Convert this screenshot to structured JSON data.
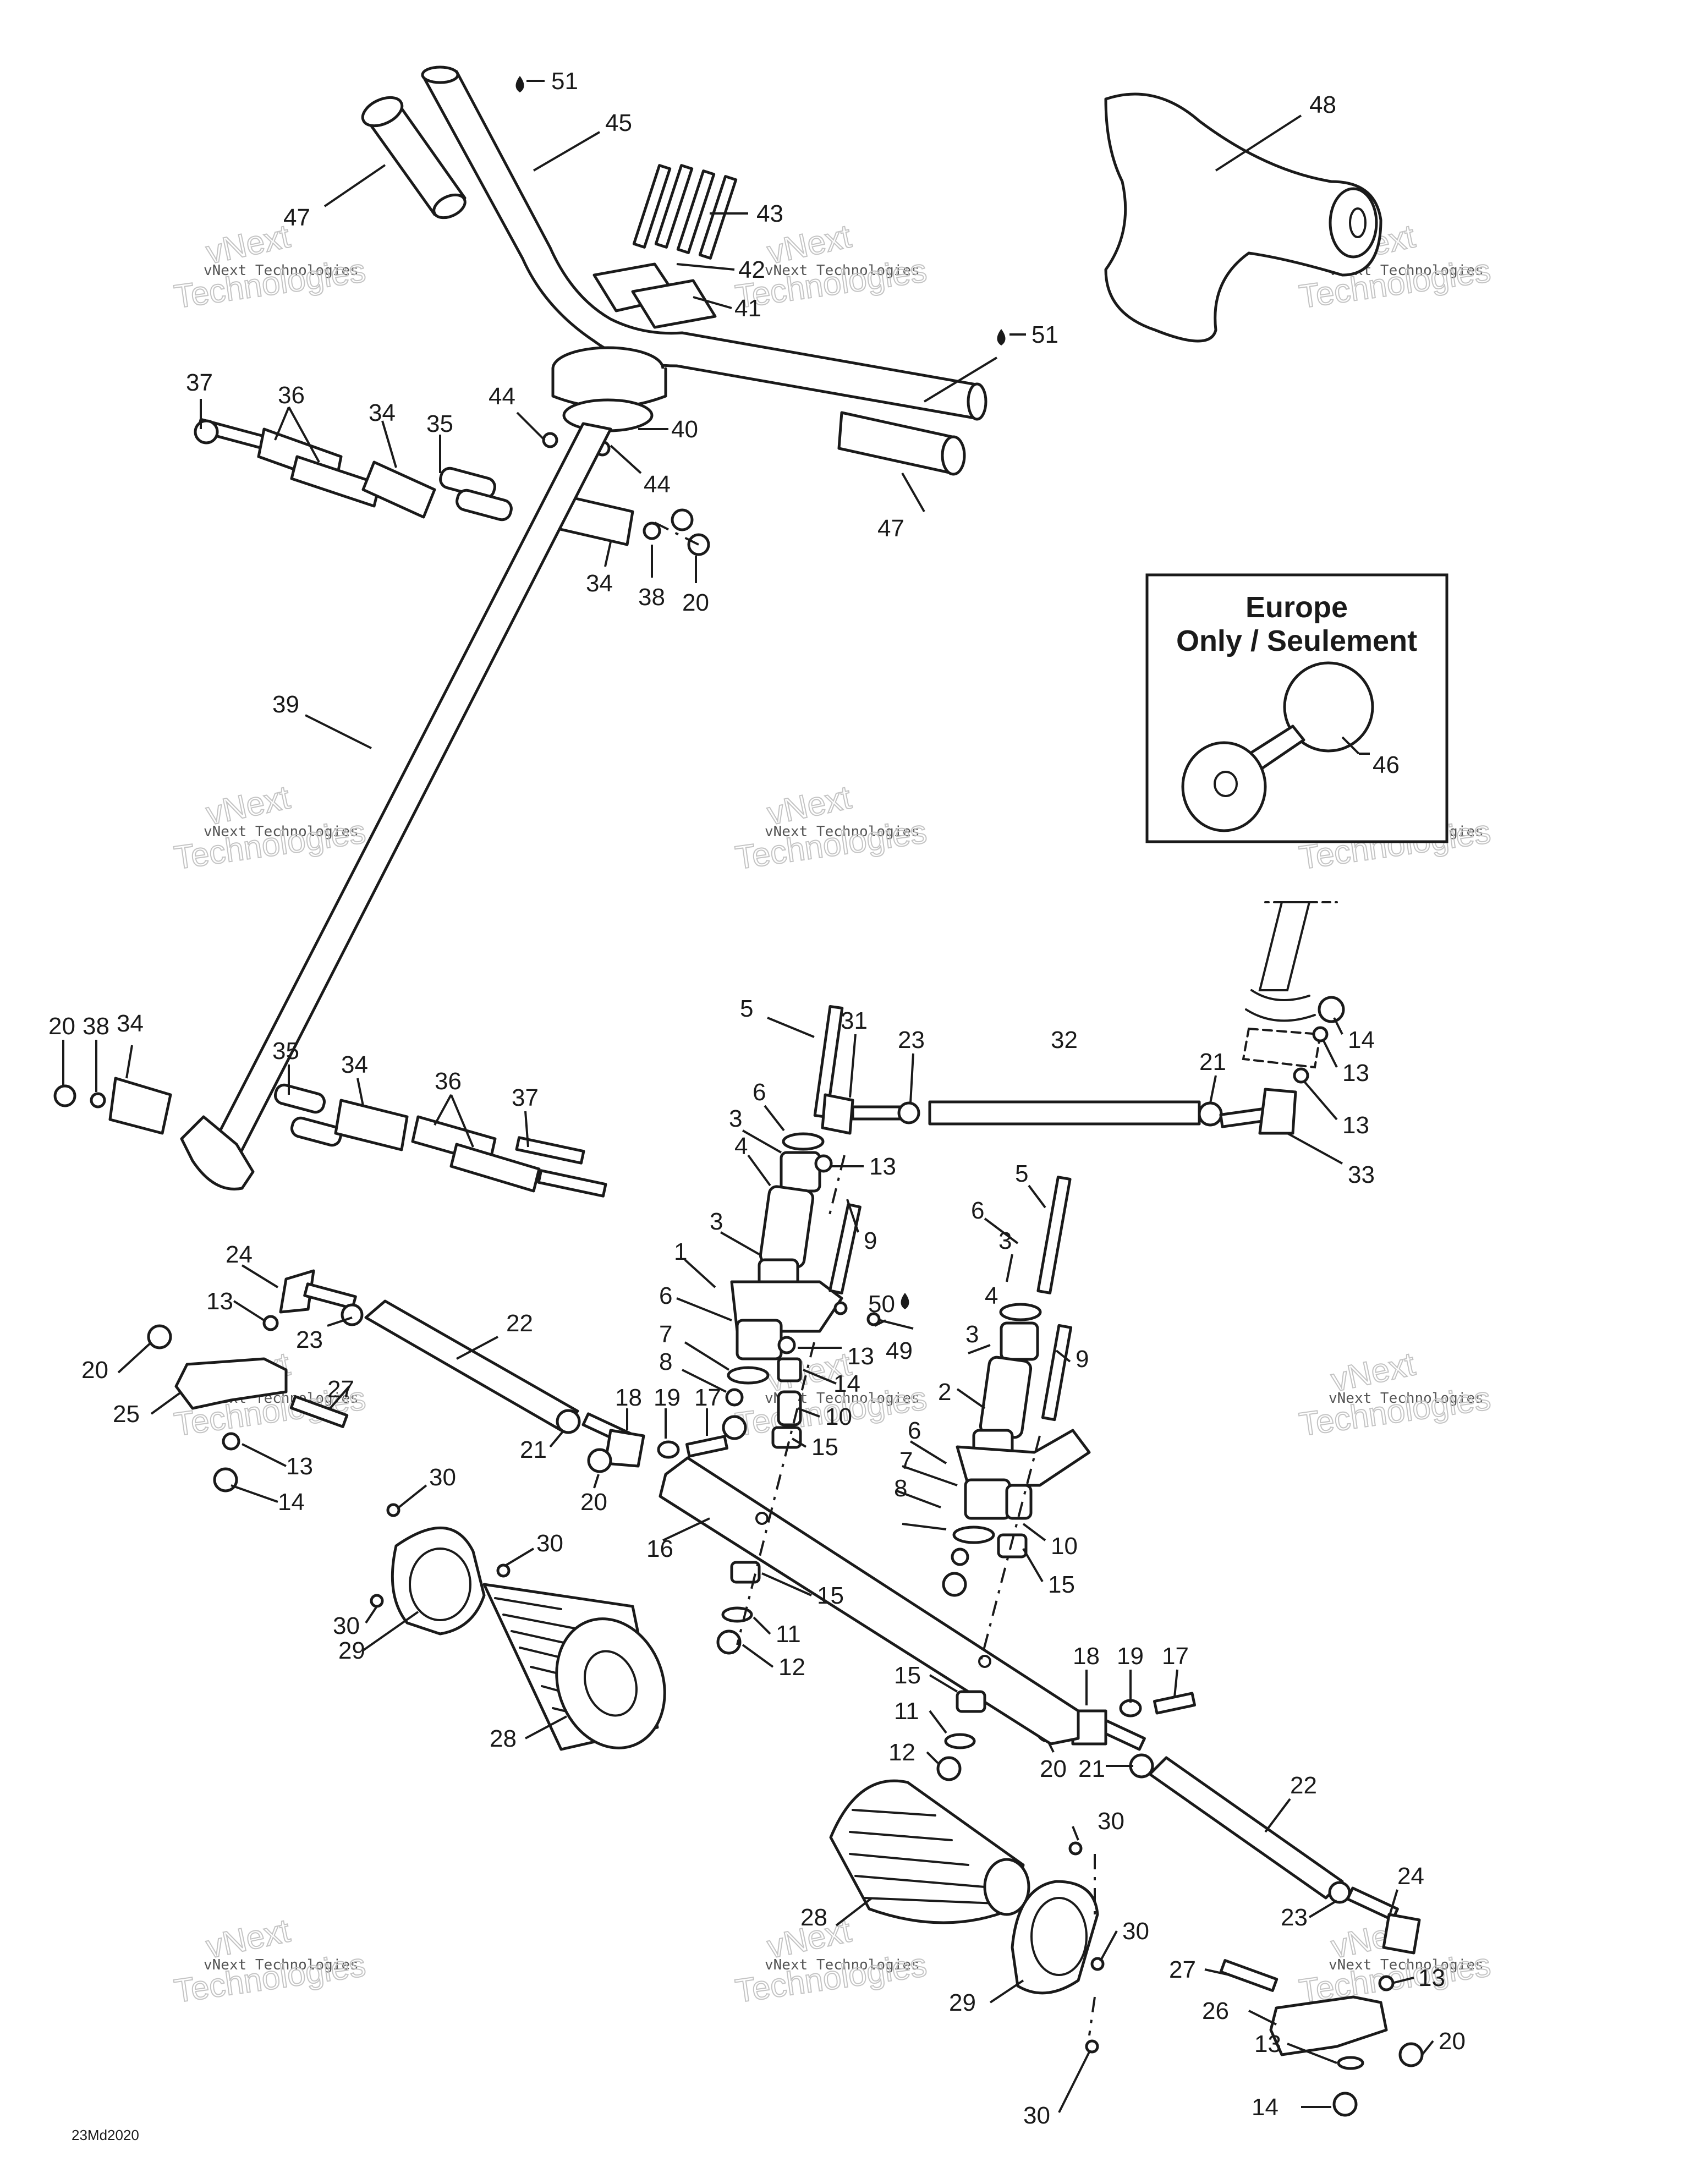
{
  "diagram": {
    "reference_code": "23Md2020",
    "inset": {
      "line1": "Europe",
      "line2": "Only / Seulement",
      "part": "46"
    },
    "watermark": {
      "line1": "vNext Technologies",
      "line2": "Technologies",
      "big": "vNext"
    },
    "callouts": {
      "c51a": "51",
      "c45": "45",
      "c47a": "47",
      "c43": "43",
      "c42": "42",
      "c41": "41",
      "c48": "48",
      "c51b": "51",
      "c37a": "37",
      "c36a": "36",
      "c34a": "34",
      "c35a": "35",
      "c44a": "44",
      "c40": "40",
      "c44b": "44",
      "c47b": "47",
      "c34b": "34",
      "c38a": "38",
      "c20a": "20",
      "c39": "39",
      "c20b": "20",
      "c38b": "38",
      "c34c": "34",
      "c35b": "35",
      "c34d": "34",
      "c36b": "36",
      "c37b": "37",
      "c5a": "5",
      "c31": "31",
      "c23a": "23",
      "c32": "32",
      "c21a": "21",
      "c14a": "14",
      "c13a": "13",
      "c13b": "13",
      "c33": "33",
      "c6a": "6",
      "c3a": "3",
      "c13c": "13",
      "c4a": "4",
      "c5b": "5",
      "c3b": "3",
      "c9a": "9",
      "c6b": "6",
      "c3c": "3",
      "c24a": "24",
      "c1": "1",
      "c50": "50",
      "c4b": "4",
      "c13d": "13",
      "c22a": "22",
      "c6c": "6",
      "c7a": "7",
      "c13e": "13",
      "c49": "49",
      "c3d": "3",
      "c9b": "9",
      "c20c": "20",
      "c23b": "23",
      "c8a": "8",
      "c14b": "14",
      "c2": "2",
      "c25": "25",
      "c27a": "27",
      "c10a": "10",
      "c18a": "18",
      "c19a": "19",
      "c17a": "17",
      "c21b": "21",
      "c15a": "15",
      "c13f": "13",
      "c6d": "6",
      "c20d": "20",
      "c14c": "14",
      "c7b": "7",
      "c30a": "30",
      "c8b": "8",
      "c16": "16",
      "c30b": "30",
      "c10b": "10",
      "c15b": "15",
      "c15c": "15",
      "c30c": "30",
      "c11a": "11",
      "c29a": "29",
      "c12a": "12",
      "c18b": "18",
      "c19b": "19",
      "c17b": "17",
      "c15d": "15",
      "c11b": "11",
      "c28a": "28",
      "c12b": "12",
      "c20e": "20",
      "c21c": "21",
      "c22b": "22",
      "c30d": "30",
      "c24b": "24",
      "c28b": "28",
      "c23c": "23",
      "c30e": "30",
      "c27b": "27",
      "c13g": "13",
      "c29b": "29",
      "c26": "26",
      "c13h": "13",
      "c20f": "20",
      "c30f": "30",
      "c14d": "14"
    }
  }
}
